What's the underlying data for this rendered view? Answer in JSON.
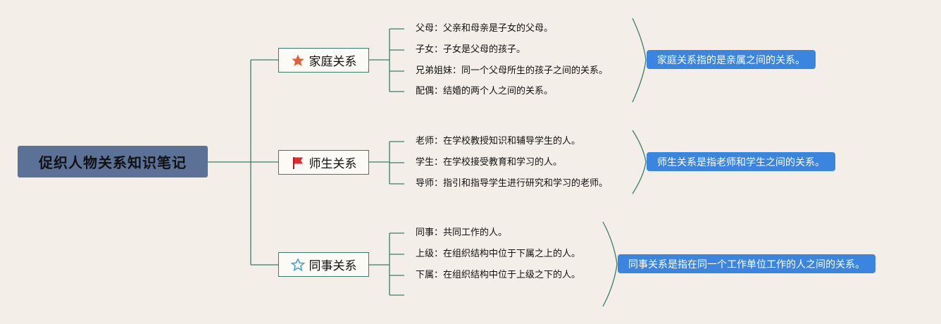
{
  "root": {
    "title": "促织人物关系知识笔记"
  },
  "branches": [
    {
      "label": "家庭关系",
      "icon": "star-filled-icon",
      "icon_color": "#e2603a",
      "leaves": [
        "父母：父亲和母亲是子女的父母。",
        "子女：子女是父母的孩子。",
        "兄弟姐妹：同一个父母所生的孩子之间的关系。",
        "配偶：结婚的两个人之间的关系。"
      ],
      "summary": "家庭关系指的是亲属之间的关系。"
    },
    {
      "label": "师生关系",
      "icon": "red-flag-icon",
      "icon_color": "#e02a2a",
      "leaves": [
        "老师：在学校教授知识和辅导学生的人。",
        "学生：在学校接受教育和学习的人。",
        "导师：指引和指导学生进行研究和学习的老师。"
      ],
      "summary": "师生关系是指老师和学生之间的关系。"
    },
    {
      "label": "同事关系",
      "icon": "star-outline-icon",
      "icon_color": "#3aa0d8",
      "leaves": [
        "同事：共同工作的人。",
        "上级：在组织结构中位于下属之上的人。",
        "下属：在组织结构中位于上级之下的人。"
      ],
      "summary": "同事关系是指在同一个工作单位工作的人之间的关系。"
    }
  ],
  "colors": {
    "background": "#f3eee8",
    "root_fill": "#5b7196",
    "connector": "#3d7b6b",
    "summary_fill": "#3b85e0"
  }
}
